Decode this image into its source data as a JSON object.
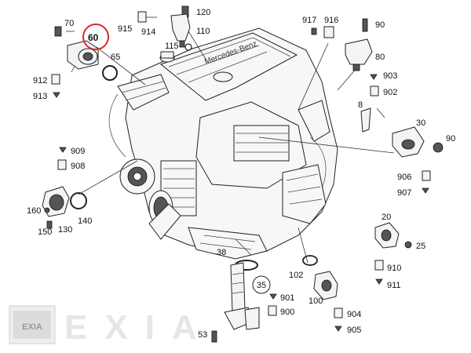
{
  "labels": {
    "p70": "70",
    "p60": "60",
    "p65": "65",
    "p912": "912",
    "p913": "913",
    "p120": "120",
    "p915": "915",
    "p914": "914",
    "p110": "110",
    "p115": "115",
    "p917": "917",
    "p916": "916",
    "p90a": "90",
    "p80": "80",
    "p903": "903",
    "p902": "902",
    "p8": "8",
    "p30": "30",
    "p90b": "90",
    "p909": "909",
    "p908": "908",
    "p160": "160",
    "p150": "150",
    "p130": "130",
    "p140": "140",
    "p906": "906",
    "p907": "907",
    "p20": "20",
    "p25": "25",
    "p910": "910",
    "p911": "911",
    "p38": "38",
    "p35": "35",
    "p102": "102",
    "p901": "901",
    "p900": "900",
    "p100": "100",
    "p904": "904",
    "p905": "905",
    "p53": "53"
  },
  "engine_brand": "Mercedes-Benz",
  "watermark": {
    "logo": "EXIA",
    "text": "EXIA"
  },
  "highlight_color": "#d62b2b"
}
